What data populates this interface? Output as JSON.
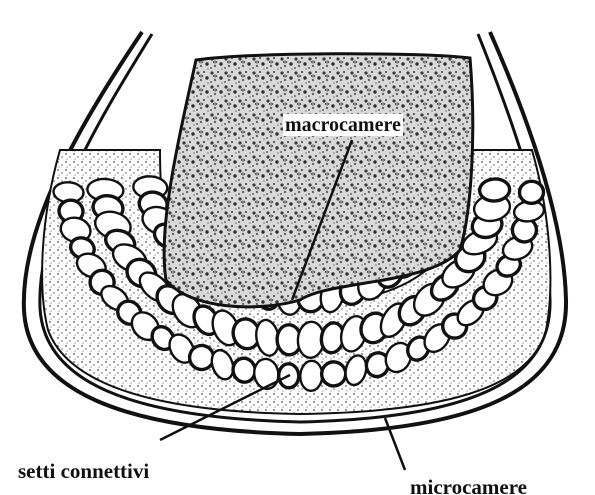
{
  "labels": {
    "macrocamere": "macrocamere",
    "setti_connettivi": "setti connettivi",
    "microcamere": "microcamere"
  },
  "colors": {
    "ink": "#111111",
    "paper": "#ffffff",
    "texture": "#6a6a6a"
  }
}
